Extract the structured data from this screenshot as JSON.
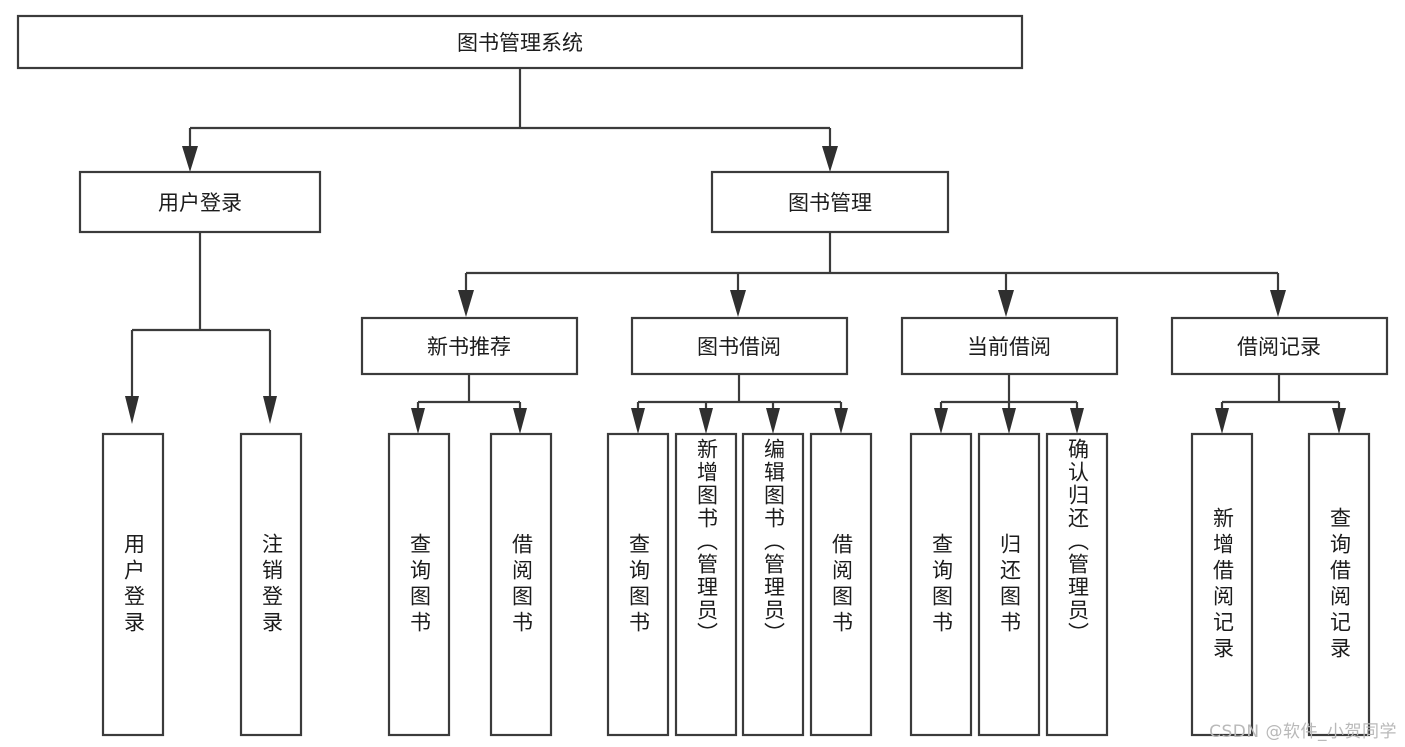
{
  "diagram": {
    "type": "tree-hierarchy-chart",
    "title": "图书管理系统",
    "orientation": "top-down",
    "colors": {
      "box_fill": "#ffffff",
      "box_stroke": "#3b3b3b",
      "text": "#1c1c1c",
      "watermark": "#b9b9b9",
      "background": "#ffffff"
    },
    "root": {
      "label": "图书管理系统"
    },
    "level2": [
      {
        "label": "用户登录"
      },
      {
        "label": "图书管理"
      }
    ],
    "level3": [
      {
        "label": "新书推荐"
      },
      {
        "label": "图书借阅"
      },
      {
        "label": "当前借阅"
      },
      {
        "label": "借阅记录"
      }
    ],
    "leaves": {
      "user_login": [
        {
          "label": "用户登录"
        },
        {
          "label": "注销登录"
        }
      ],
      "new_book_recommend": [
        {
          "label": "查询图书"
        },
        {
          "label": "借阅图书"
        }
      ],
      "book_borrow": [
        {
          "label": "查询图书"
        },
        {
          "label": "新增图书（管理员）"
        },
        {
          "label": "编辑图书（管理员）"
        },
        {
          "label": "借阅图书"
        }
      ],
      "current_borrow": [
        {
          "label": "查询图书"
        },
        {
          "label": "归还图书"
        },
        {
          "label": "确认归还（管理员）"
        }
      ],
      "borrow_record": [
        {
          "label": "新增借阅记录"
        },
        {
          "label": "查询借阅记录"
        }
      ]
    }
  },
  "watermark": {
    "text": "CSDN @软件_小贺同学"
  }
}
